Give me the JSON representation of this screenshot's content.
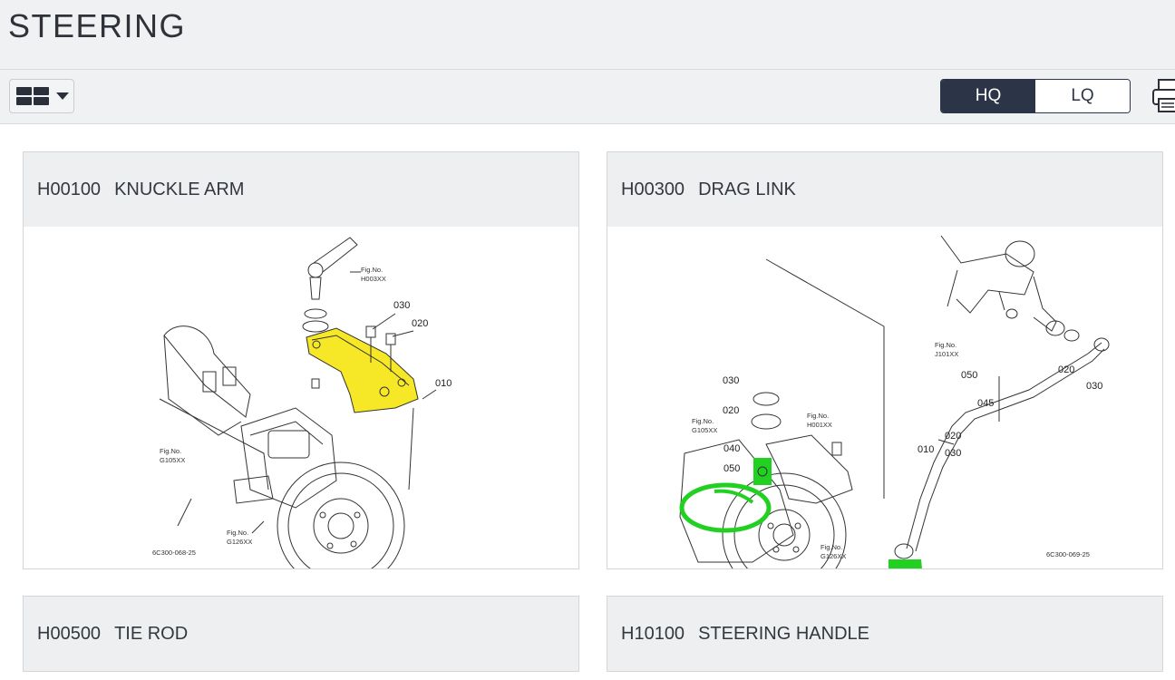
{
  "page": {
    "title": "STEERING"
  },
  "toolbar": {
    "view_icon": "grid-layout-icon",
    "quality_options": [
      "HQ",
      "LQ"
    ],
    "quality_selected": "HQ",
    "print_icon": "printer-icon",
    "accent_color": "#2c3547"
  },
  "cards": [
    {
      "code": "H00100",
      "name": "KNUCKLE ARM",
      "figure_id": "6C300-068-25",
      "refs": [
        "Fig.No.",
        "H003XX",
        "G105XX",
        "G126XX"
      ],
      "callouts": [
        "030",
        "020",
        "010"
      ],
      "highlight_color": "#f5e400"
    },
    {
      "code": "H00300",
      "name": "DRAG LINK",
      "figure_id": "6C300-069-25",
      "refs": [
        "Fig.No.",
        "J101XX",
        "G105XX",
        "H001XX",
        "G126XX"
      ],
      "callouts": [
        "030",
        "020",
        "040",
        "050",
        "050",
        "045",
        "020",
        "030",
        "010",
        "020",
        "030"
      ],
      "highlight_color": "#22d022"
    },
    {
      "code": "H00500",
      "name": "TIE ROD"
    },
    {
      "code": "H10100",
      "name": "STEERING HANDLE"
    }
  ]
}
